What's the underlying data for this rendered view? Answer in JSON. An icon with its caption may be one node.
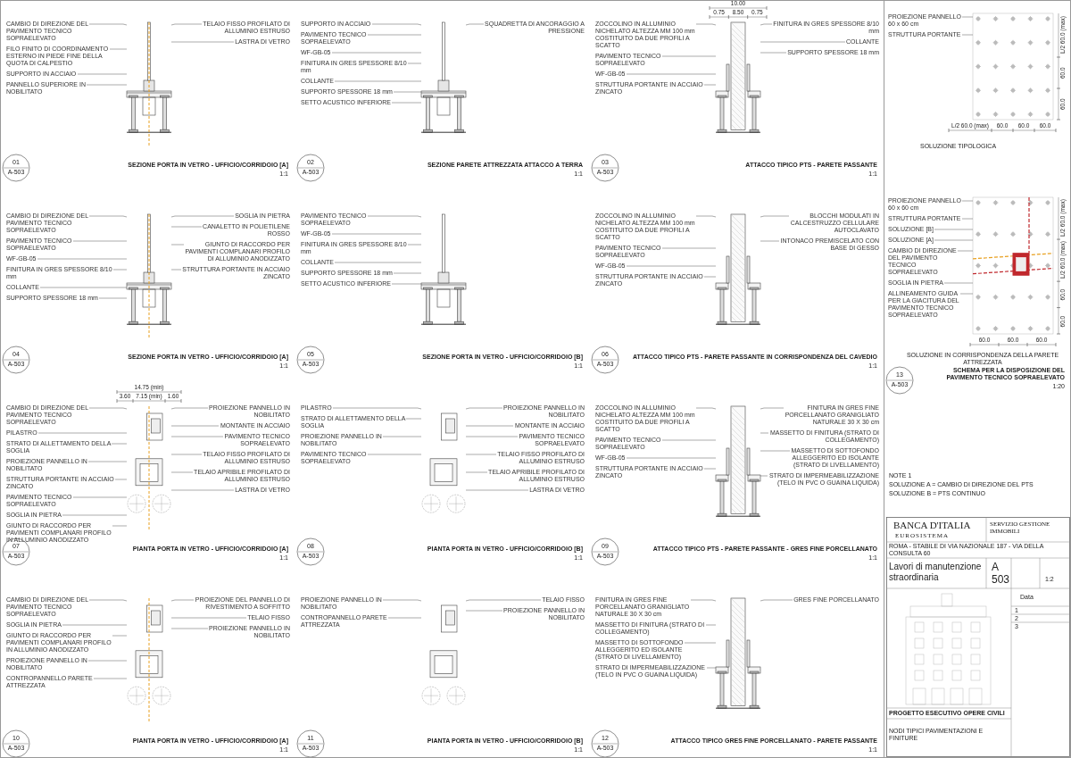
{
  "diagram": {
    "nodes": [
      {
        "text": [
          "CAMBIO DI DIREZIONE DEL PAVIMENTO TECNICO SOPRAELEVATO"
        ]
      },
      {
        "text": [
          "FILO FINITO DI COORDINAMENTO ESTERNO IN PIEDE FINE DELLA QUOTA DI CALPESTIO"
        ]
      },
      {
        "text": [
          "SUPPORTO IN ACCIAIO"
        ]
      },
      {
        "text": [
          "PANNELLO SUPERIORE IN NOBILITATO"
        ]
      },
      {
        "text": [
          "TELAIO FISSO PROFILATO DI ALLUMINIO ESTRUSO"
        ]
      },
      {
        "text": [
          "LASTRA DI VETRO"
        ]
      },
      {
        "text": [
          "SUPPORTO IN ACCIAIO"
        ]
      },
      {
        "text": [
          "PAVIMENTO TECNICO SOPRAELEVATO"
        ]
      },
      {
        "text": [
          "WF-GB-05"
        ]
      },
      {
        "text": [
          "FINITURA IN GRES SPESSORE 8/10 mm"
        ]
      },
      {
        "text": [
          "COLLANTE"
        ]
      },
      {
        "text": [
          "SUPPORTO SPESSORE 18 mm"
        ]
      },
      {
        "text": [
          "SETTO ACUSTICO INFERIORE"
        ]
      },
      {
        "text": [
          "SQUADRETTA DI ANCORAGGIO A PRESSIONE"
        ]
      },
      {
        "text": [
          "ZOCCOLINO IN ALLUMINIO NICHELATO ALTEZZA MM 100 mm COSTITUITO DA DUE PROFILI A SCATTO"
        ]
      },
      {
        "text": [
          "PAVIMENTO TECNICO SOPRAELEVATO"
        ]
      },
      {
        "text": [
          "WF-GB-05"
        ]
      },
      {
        "text": [
          "STRUTTURA PORTANTE IN ACCIAIO ZINCATO"
        ]
      },
      {
        "text": [
          "FINITURA IN GRES SPESSORE 8/10 mm"
        ]
      },
      {
        "text": [
          "COLLANTE"
        ]
      },
      {
        "text": [
          "SUPPORTO SPESSORE 18 mm"
        ]
      },
      {
        "text": [
          "CAMBIO DI DIREZIONE DEL PAVIMENTO TECNICO SOPRAELEVATO"
        ]
      },
      {
        "text": [
          "PAVIMENTO TECNICO SOPRAELEVATO"
        ]
      },
      {
        "text": [
          "WF-GB-05"
        ]
      },
      {
        "text": [
          "FINITURA IN GRES SPESSORE 8/10 mm"
        ]
      },
      {
        "text": [
          "COLLANTE"
        ]
      },
      {
        "text": [
          "SUPPORTO SPESSORE 18 mm"
        ]
      },
      {
        "text": [
          "SOGLIA IN PIETRA"
        ]
      },
      {
        "text": [
          "CANALETTO IN POLIETILENE ROSSO"
        ]
      },
      {
        "text": [
          "GIUNTO DI RACCORDO PER PAVIMENTI COMPLANARI PROFILO DI ALLUMINIO ANODIZZATO"
        ]
      },
      {
        "text": [
          "STRUTTURA PORTANTE IN ACCIAIO ZINCATO"
        ]
      },
      {
        "text": [
          "PAVIMENTO TECNICO SOPRAELEVATO"
        ]
      },
      {
        "text": [
          "WF-GB-05"
        ]
      },
      {
        "text": [
          "FINITURA IN GRES SPESSORE 8/10 mm"
        ]
      },
      {
        "text": [
          "COLLANTE"
        ]
      },
      {
        "text": [
          "SUPPORTO SPESSORE 18 mm"
        ]
      },
      {
        "text": [
          "SETTO ACUSTICO INFERIORE"
        ]
      },
      {
        "text": [
          "ZOCCOLINO IN ALLUMINIO NICHELATO ALTEZZA MM 100 mm COSTITUITO DA DUE PROFILI A SCATTO"
        ]
      },
      {
        "text": [
          "PAVIMENTO TECNICO SOPRAELEVATO"
        ]
      },
      {
        "text": [
          "WF-GB-05"
        ]
      },
      {
        "text": [
          "STRUTTURA PORTANTE IN ACCIAIO ZINCATO"
        ]
      },
      {
        "text": [
          "BLOCCHI MODULATI IN CALCESTRUZZO CELLULARE AUTOCLAVATO"
        ]
      },
      {
        "text": [
          "INTONACO PREMISCELATO CON BASE DI GESSO"
        ]
      },
      {
        "text": [
          "CAMBIO DI DIREZIONE DEL PAVIMENTO TECNICO SOPRAELEVATO"
        ]
      },
      {
        "text": [
          "PILASTRO"
        ]
      },
      {
        "text": [
          "STRATO DI ALLETTAMENTO DELLA SOGLIA"
        ]
      },
      {
        "text": [
          "PROIEZIONE PANNELLO IN NOBILITATO"
        ]
      },
      {
        "text": [
          "STRUTTURA PORTANTE IN ACCIAIO ZINCATO"
        ]
      },
      {
        "text": [
          "PAVIMENTO TECNICO SOPRAELEVATO"
        ]
      },
      {
        "text": [
          "SOGLIA IN PIETRA"
        ]
      },
      {
        "text": [
          "GIUNTO DI RACCORDO PER PAVIMENTI COMPLANARI PROFILO IN ALLUMINIO ANODIZZATO"
        ]
      },
      {
        "text": [
          "PROIEZIONE PANNELLO IN NOBILITATO"
        ]
      },
      {
        "text": [
          "MONTANTE IN ACCIAIO"
        ]
      },
      {
        "text": [
          "PAVIMENTO TECNICO SOPRAELEVATO"
        ]
      },
      {
        "text": [
          "TELAIO FISSO PROFILATO DI ALLUMINIO ESTRUSO"
        ]
      },
      {
        "text": [
          "TELAIO APRIBILE PROFILATO DI ALLUMINIO ESTRUSO"
        ]
      },
      {
        "text": [
          "LASTRA DI VETRO"
        ]
      },
      {
        "text": [
          "PILASTRO"
        ]
      },
      {
        "text": [
          "STRATO DI ALLETTAMENTO DELLA SOGLIA"
        ]
      },
      {
        "text": [
          "PROIEZIONE PANNELLO IN NOBILITATO"
        ]
      },
      {
        "text": [
          "PAVIMENTO TECNICO SOPRAELEVATO"
        ]
      },
      {
        "text": [
          "PROIEZIONE PANNELLO IN NOBILITATO"
        ]
      },
      {
        "text": [
          "MONTANTE IN ACCIAIO"
        ]
      },
      {
        "text": [
          "PAVIMENTO TECNICO SOPRAELEVATO"
        ]
      },
      {
        "text": [
          "TELAIO FISSO PROFILATO DI ALLUMINIO ESTRUSO"
        ]
      },
      {
        "text": [
          "TELAIO APRIBILE PROFILATO DI ALLUMINIO ESTRUSO"
        ]
      },
      {
        "text": [
          "LASTRA DI VETRO"
        ]
      },
      {
        "text": [
          "ZOCCOLINO IN ALLUMINIO NICHELATO ALTEZZA MM 100 mm COSTITUITO DA DUE PROFILI A SCATTO"
        ]
      },
      {
        "text": [
          "PAVIMENTO TECNICO SOPRAELEVATO"
        ]
      },
      {
        "text": [
          "WF-GB-05"
        ]
      },
      {
        "text": [
          "STRUTTURA PORTANTE IN ACCIAIO ZINCATO"
        ]
      },
      {
        "text": [
          "FINITURA IN GRES FINE PORCELLANATO GRANIGLIATO NATURALE 30 X 30 cm"
        ]
      },
      {
        "text": [
          "MASSETTO DI FINITURA (STRATO DI COLLEGAMENTO)"
        ]
      },
      {
        "text": [
          "MASSETTO DI SOTTOFONDO ALLEGGERITO ED ISOLANTE (STRATO DI LIVELLAMENTO)"
        ]
      },
      {
        "text": [
          "STRATO DI IMPERMEABILIZZAZIONE (TELO IN PVC O GUAINA LIQUIDA)"
        ]
      },
      {
        "text": [
          "CAMBIO DI DIREZIONE DEL PAVIMENTO TECNICO SOPRAELEVATO"
        ]
      },
      {
        "text": [
          "SOGLIA IN PIETRA"
        ]
      },
      {
        "text": [
          "GIUNTO DI RACCORDO PER PAVIMENTI COMPLANARI PROFILO IN ALLUMINIO ANODIZZATO"
        ]
      },
      {
        "text": [
          "PROIEZIONE PANNELLO IN NOBILITATO"
        ]
      },
      {
        "text": [
          "CONTROPANNELLO PARETE ATTREZZATA"
        ]
      },
      {
        "text": [
          "PROIEZIONE DEL PANNELLO DI RIVESTIMENTO A SOFFITTO"
        ]
      },
      {
        "text": [
          "TELAIO FISSO"
        ]
      },
      {
        "text": [
          "PROIEZIONE PANNELLO IN NOBILITATO"
        ]
      },
      {
        "text": [
          "PROIEZIONE PANNELLO IN NOBILITATO"
        ]
      },
      {
        "text": [
          "CONTROPANNELLO PARETE ATTREZZATA"
        ]
      },
      {
        "text": [
          "TELAIO FISSO"
        ]
      },
      {
        "text": [
          "PROIEZIONE PANNELLO IN NOBILITATO"
        ]
      },
      {
        "text": [
          "FINITURA IN GRES FINE PORCELLANATO GRANIGLIATO NATURALE 30 X 30 cm"
        ]
      },
      {
        "text": [
          "MASSETTO DI FINITURA (STRATO DI COLLEGAMENTO)"
        ]
      },
      {
        "text": [
          "MASSETTO DI SOTTOFONDO ALLEGGERITO ED ISOLANTE (STRATO DI LIVELLAMENTO)"
        ]
      },
      {
        "text": [
          "STRATO DI IMPERMEABILIZZAZIONE (TELO IN PVC O GUAINA LIQUIDA)"
        ]
      },
      {
        "text": [
          "GRES FINE PORCELLANATO"
        ]
      },
      {
        "text": [
          "PROIEZIONE PANNELLO 60 x 60 cm"
        ]
      },
      {
        "text": [
          "STRUTTURA PORTANTE"
        ]
      },
      {
        "text": [
          "PROIEZIONE PANNELLO 60 x 60 cm"
        ]
      },
      {
        "text": [
          "STRUTTURA PORTANTE"
        ]
      },
      {
        "text": [
          "SOLUZIONE [B]"
        ]
      },
      {
        "text": [
          "SOLUZIONE [A]"
        ]
      },
      {
        "text": [
          "CAMBIO DI DIREZIONE DEL PAVIMENTO TECNICO SOPRAELEVATO"
        ]
      },
      {
        "text": [
          "SOGLIA IN PIETRA"
        ]
      },
      {
        "text": [
          "ALLINEAMENTO GUIDA PER LA GIACITURA DEL PAVIMENTO TECNICO SOPRAELEVATO"
        ]
      },
      {
        "text": [],
        "shape": "picture"
      },
      {
        "text": [],
        "shape": "picture"
      },
      {
        "text": [],
        "shape": "picture"
      },
      {
        "text": [],
        "shape": "picture"
      },
      {
        "text": [],
        "shape": "picture"
      },
      {
        "text": [],
        "shape": "picture"
      },
      {
        "text": [],
        "shape": "picture"
      },
      {
        "text": [],
        "shape": "picture"
      },
      {
        "text": [],
        "shape": "picture"
      },
      {
        "text": [],
        "shape": "picture"
      },
      {
        "text": [],
        "shape": "picture"
      },
      {
        "text": [],
        "shape": "picture"
      },
      {
        "text": [],
        "shape": "picture"
      },
      {
        "text": [],
        "shape": "picture"
      }
    ],
    "edges": [
      {
        "from": 0,
        "to": 101,
        "arrow": "none"
      },
      {
        "from": 1,
        "to": 101,
        "arrow": "none"
      },
      {
        "from": 2,
        "to": 101,
        "arrow": "none"
      },
      {
        "from": 3,
        "to": 101,
        "arrow": "none"
      },
      {
        "from": 4,
        "to": 101,
        "arrow": "none"
      },
      {
        "from": 5,
        "to": 101,
        "arrow": "none"
      },
      {
        "from": 6,
        "to": 102,
        "arrow": "none"
      },
      {
        "from": 7,
        "to": 102,
        "arrow": "none"
      },
      {
        "from": 8,
        "to": 102,
        "arrow": "none"
      },
      {
        "from": 9,
        "to": 102,
        "arrow": "none"
      },
      {
        "from": 10,
        "to": 102,
        "arrow": "none"
      },
      {
        "from": 11,
        "to": 102,
        "arrow": "none"
      },
      {
        "from": 12,
        "to": 102,
        "arrow": "none"
      },
      {
        "from": 13,
        "to": 102,
        "arrow": "none"
      },
      {
        "from": 14,
        "to": 103,
        "arrow": "none"
      },
      {
        "from": 15,
        "to": 103,
        "arrow": "none"
      },
      {
        "from": 16,
        "to": 103,
        "arrow": "none"
      },
      {
        "from": 17,
        "to": 103,
        "arrow": "none"
      },
      {
        "from": 18,
        "to": 103,
        "arrow": "none"
      },
      {
        "from": 19,
        "to": 103,
        "arrow": "none"
      },
      {
        "from": 20,
        "to": 103,
        "arrow": "none"
      },
      {
        "from": 21,
        "to": 104,
        "arrow": "none"
      },
      {
        "from": 22,
        "to": 104,
        "arrow": "none"
      },
      {
        "from": 23,
        "to": 104,
        "arrow": "none"
      },
      {
        "from": 24,
        "to": 104,
        "arrow": "none"
      },
      {
        "from": 25,
        "to": 104,
        "arrow": "none"
      },
      {
        "from": 26,
        "to": 104,
        "arrow": "none"
      },
      {
        "from": 27,
        "to": 104,
        "arrow": "none"
      },
      {
        "from": 28,
        "to": 104,
        "arrow": "none"
      },
      {
        "from": 29,
        "to": 104,
        "arrow": "none"
      },
      {
        "from": 30,
        "to": 104,
        "arrow": "none"
      },
      {
        "from": 31,
        "to": 105,
        "arrow": "none"
      },
      {
        "from": 32,
        "to": 105,
        "arrow": "none"
      },
      {
        "from": 33,
        "to": 105,
        "arrow": "none"
      },
      {
        "from": 34,
        "to": 105,
        "arrow": "none"
      },
      {
        "from": 35,
        "to": 105,
        "arrow": "none"
      },
      {
        "from": 36,
        "to": 105,
        "arrow": "none"
      },
      {
        "from": 37,
        "to": 106,
        "arrow": "none"
      },
      {
        "from": 38,
        "to": 106,
        "arrow": "none"
      },
      {
        "from": 39,
        "to": 106,
        "arrow": "none"
      },
      {
        "from": 40,
        "to": 106,
        "arrow": "none"
      },
      {
        "from": 41,
        "to": 106,
        "arrow": "none"
      },
      {
        "from": 42,
        "to": 106,
        "arrow": "none"
      },
      {
        "from": 43,
        "to": 107,
        "arrow": "none"
      },
      {
        "from": 44,
        "to": 107,
        "arrow": "none"
      },
      {
        "from": 45,
        "to": 107,
        "arrow": "none"
      },
      {
        "from": 46,
        "to": 107,
        "arrow": "none"
      },
      {
        "from": 47,
        "to": 107,
        "arrow": "none"
      },
      {
        "from": 48,
        "to": 107,
        "arrow": "none"
      },
      {
        "from": 49,
        "to": 107,
        "arrow": "none"
      },
      {
        "from": 50,
        "to": 107,
        "arrow": "none"
      },
      {
        "from": 51,
        "to": 107,
        "arrow": "none"
      },
      {
        "from": 52,
        "to": 107,
        "arrow": "none"
      },
      {
        "from": 53,
        "to": 107,
        "arrow": "none"
      },
      {
        "from": 54,
        "to": 107,
        "arrow": "none"
      },
      {
        "from": 55,
        "to": 107,
        "arrow": "none"
      },
      {
        "from": 56,
        "to": 107,
        "arrow": "none"
      },
      {
        "from": 57,
        "to": 108,
        "arrow": "none"
      },
      {
        "from": 58,
        "to": 108,
        "arrow": "none"
      },
      {
        "from": 59,
        "to": 108,
        "arrow": "none"
      },
      {
        "from": 60,
        "to": 108,
        "arrow": "none"
      },
      {
        "from": 61,
        "to": 108,
        "arrow": "none"
      },
      {
        "from": 62,
        "to": 108,
        "arrow": "none"
      },
      {
        "from": 63,
        "to": 108,
        "arrow": "none"
      },
      {
        "from": 64,
        "to": 108,
        "arrow": "none"
      },
      {
        "from": 65,
        "to": 108,
        "arrow": "none"
      },
      {
        "from": 66,
        "to": 108,
        "arrow": "none"
      },
      {
        "from": 67,
        "to": 109,
        "arrow": "none"
      },
      {
        "from": 68,
        "to": 109,
        "arrow": "none"
      },
      {
        "from": 69,
        "to": 109,
        "arrow": "none"
      },
      {
        "from": 70,
        "to": 109,
        "arrow": "none"
      },
      {
        "from": 71,
        "to": 109,
        "arrow": "none"
      },
      {
        "from": 72,
        "to": 109,
        "arrow": "none"
      },
      {
        "from": 73,
        "to": 109,
        "arrow": "none"
      },
      {
        "from": 74,
        "to": 109,
        "arrow": "none"
      },
      {
        "from": 75,
        "to": 110,
        "arrow": "none"
      },
      {
        "from": 76,
        "to": 110,
        "arrow": "none"
      },
      {
        "from": 77,
        "to": 110,
        "arrow": "none"
      },
      {
        "from": 78,
        "to": 110,
        "arrow": "none"
      },
      {
        "from": 79,
        "to": 110,
        "arrow": "none"
      },
      {
        "from": 80,
        "to": 110,
        "arrow": "none"
      },
      {
        "from": 81,
        "to": 110,
        "arrow": "none"
      },
      {
        "from": 82,
        "to": 110,
        "arrow": "none"
      },
      {
        "from": 83,
        "to": 111,
        "arrow": "none"
      },
      {
        "from": 84,
        "to": 111,
        "arrow": "none"
      },
      {
        "from": 85,
        "to": 111,
        "arrow": "none"
      },
      {
        "from": 86,
        "to": 111,
        "arrow": "none"
      },
      {
        "from": 87,
        "to": 112,
        "arrow": "none"
      },
      {
        "from": 88,
        "to": 112,
        "arrow": "none"
      },
      {
        "from": 89,
        "to": 112,
        "arrow": "none"
      },
      {
        "from": 90,
        "to": 112,
        "arrow": "none"
      },
      {
        "from": 91,
        "to": 112,
        "arrow": "none"
      },
      {
        "from": 92,
        "to": 113,
        "arrow": "none"
      },
      {
        "from": 93,
        "to": 113,
        "arrow": "none"
      },
      {
        "from": 94,
        "to": 114,
        "arrow": "none"
      },
      {
        "from": 95,
        "to": 114,
        "arrow": "none"
      },
      {
        "from": 96,
        "to": 114,
        "arrow": "none"
      },
      {
        "from": 97,
        "to": 114,
        "arrow": "none"
      },
      {
        "from": 98,
        "to": 114,
        "arrow": "none"
      },
      {
        "from": 99,
        "to": 114,
        "arrow": "none"
      },
      {
        "from": 100,
        "to": 114,
        "arrow": "none"
      }
    ],
    "labels": [
      "SEZIONE PORTA IN VETRO - UFFICIO/CORRIDOIO [A]",
      "01",
      "A-503",
      "1:1",
      "SEZIONE PARETE ATTREZZATA ATTACCO A TERRA",
      "02",
      "A-503",
      "1:1",
      "ATTACCO TIPICO PTS - PARETE PASSANTE",
      "03",
      "A-503",
      "1:1",
      "SEZIONE PORTA IN VETRO - UFFICIO/CORRIDOIO [A]",
      "04",
      "A-503",
      "1:1",
      "SEZIONE PORTA IN VETRO - UFFICIO/CORRIDOIO [B]",
      "05",
      "A-503",
      "1:1",
      "ATTACCO TIPICO PTS - PARETE PASSANTE IN CORRISPONDENZA DEL CAVEDIO",
      "06",
      "A-503",
      "1:1",
      "PIANTA PORTA IN VETRO - UFFICIO/CORRIDOIO [A]",
      "07",
      "A-503",
      "1:1",
      "PIANTA PORTA IN VETRO - UFFICIO/CORRIDOIO [B]",
      "08",
      "A-503",
      "1:1",
      "ATTACCO TIPICO PTS - PARETE PASSANTE - GRES FINE PORCELLANATO",
      "09",
      "A-503",
      "1:1",
      "PIANTA PORTA IN VETRO - UFFICIO/CORRIDOIO [A]",
      "10",
      "A-503",
      "1:1",
      "PIANTA PORTA IN VETRO - UFFICIO/CORRIDOIO [B]",
      "11",
      "A-503",
      "1:1",
      "ATTACCO TIPICO GRES FINE PORCELLANATO - PARETE PASSANTE",
      "12",
      "A-503",
      "1:1",
      "SOLUZIONE TIPOLOGICA",
      "SOLUZIONE IN CORRISPONDENZA DELLA PARETE ATTREZZATA",
      "SCHEMA PER LA DISPOSIZIONE DEL PAVIMENTO TECNICO SOPRAELEVATO",
      "13",
      "A-503",
      "1:20",
      "10.00",
      "0.75",
      "8.50",
      "0.75",
      "14.75 (min)",
      "3.60",
      "7.15 (min)",
      "1.60",
      "L/2 60.0 (max)",
      "60.0",
      "60.0",
      "60.0",
      "L/2 60.0 (max)",
      "60.0",
      "60.0",
      "60.0",
      "60.0",
      "60.0",
      "L/2 60.0 (max)",
      "L/2 60.0 (max)",
      "60.0",
      "60.0",
      "NOTE 1",
      "SOLUZIONE A = CAMBIO DI DIREZIONE DEL PTS",
      "SOLUZIONE B = PTS CONTINUO",
      "BANCA D'ITALIA",
      "EUROSISTEMA",
      "SERVIZIO GESTIONE IMMOBILI",
      "ROMA - STABILE DI VIA NAZIONALE 187 - VIA DELLA CONSULTA 60",
      "Lavori di manutenzione straordinaria",
      "A",
      "503",
      "1:2",
      "Data",
      "1",
      "2",
      "3",
      "PROGETTO ESECUTIVO OPERE CIVILI",
      "NODI TIPICI PAVIMENTAZIONI E FINITURE"
    ]
  }
}
